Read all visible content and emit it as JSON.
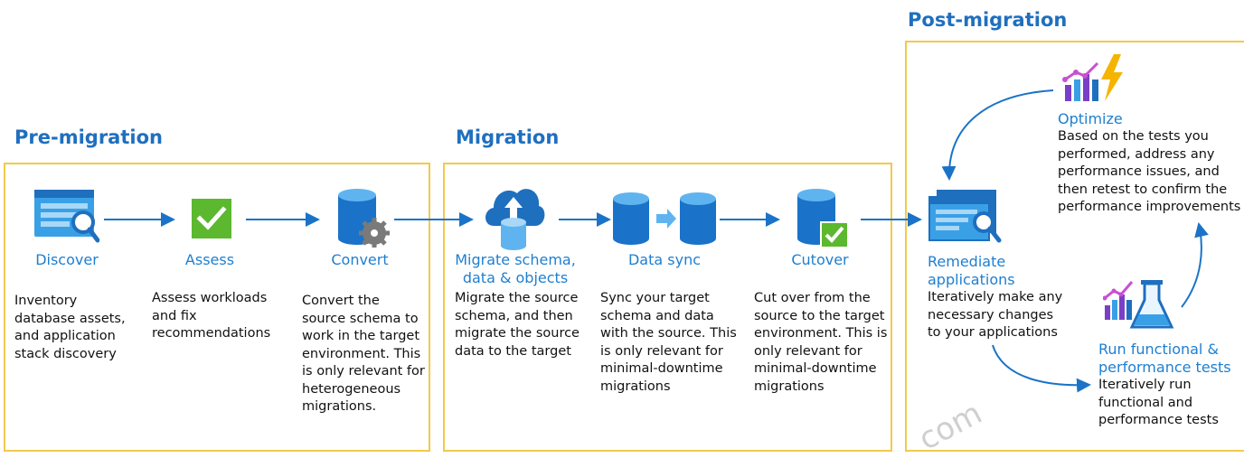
{
  "sections": {
    "pre": "Pre-migration",
    "migration": "Migration",
    "post": "Post-migration"
  },
  "steps": {
    "discover": {
      "label": "Discover",
      "desc": [
        "Inventory",
        "database assets,",
        "and application",
        "stack discovery"
      ]
    },
    "assess": {
      "label": "Assess",
      "desc": [
        "Assess workloads",
        "and fix",
        "recommendations"
      ]
    },
    "convert": {
      "label": "Convert",
      "desc": [
        "Convert the",
        "source schema to",
        "work in the target",
        "environment. This",
        "is only relevant for",
        "heterogeneous",
        "migrations."
      ]
    },
    "migrate": {
      "label": [
        "Migrate schema,",
        "data & objects"
      ],
      "desc": [
        "Migrate the source",
        "schema, and then",
        "migrate the source",
        "data to the target"
      ]
    },
    "datasync": {
      "label": "Data sync",
      "desc": [
        "Sync your target",
        "schema and data",
        "with the source. This",
        "is only relevant for",
        "minimal-downtime",
        "migrations"
      ]
    },
    "cutover": {
      "label": "Cutover",
      "desc": [
        "Cut over from the",
        "source to the target",
        "environment. This is",
        "only relevant for",
        "minimal-downtime",
        "migrations"
      ]
    },
    "remediate": {
      "label": [
        "Remediate",
        "applications"
      ],
      "desc": [
        "Iteratively make any",
        "necessary changes",
        "to your applications"
      ]
    },
    "optimize": {
      "label": "Optimize",
      "desc": [
        "Based on the tests you",
        "performed, address any",
        "performance issues, and",
        "then retest to confirm the",
        "performance improvements"
      ]
    },
    "runtests": {
      "label": [
        "Run functional &",
        "performance tests"
      ],
      "desc": [
        "Iteratively run",
        "functional and",
        "performance tests"
      ]
    }
  },
  "watermark": "com",
  "colors": {
    "title": "#1f6fbf",
    "label": "#1e7fd0",
    "border": "#f2c94c",
    "arrow": "#1a73c8",
    "check": "#5cb82e"
  }
}
